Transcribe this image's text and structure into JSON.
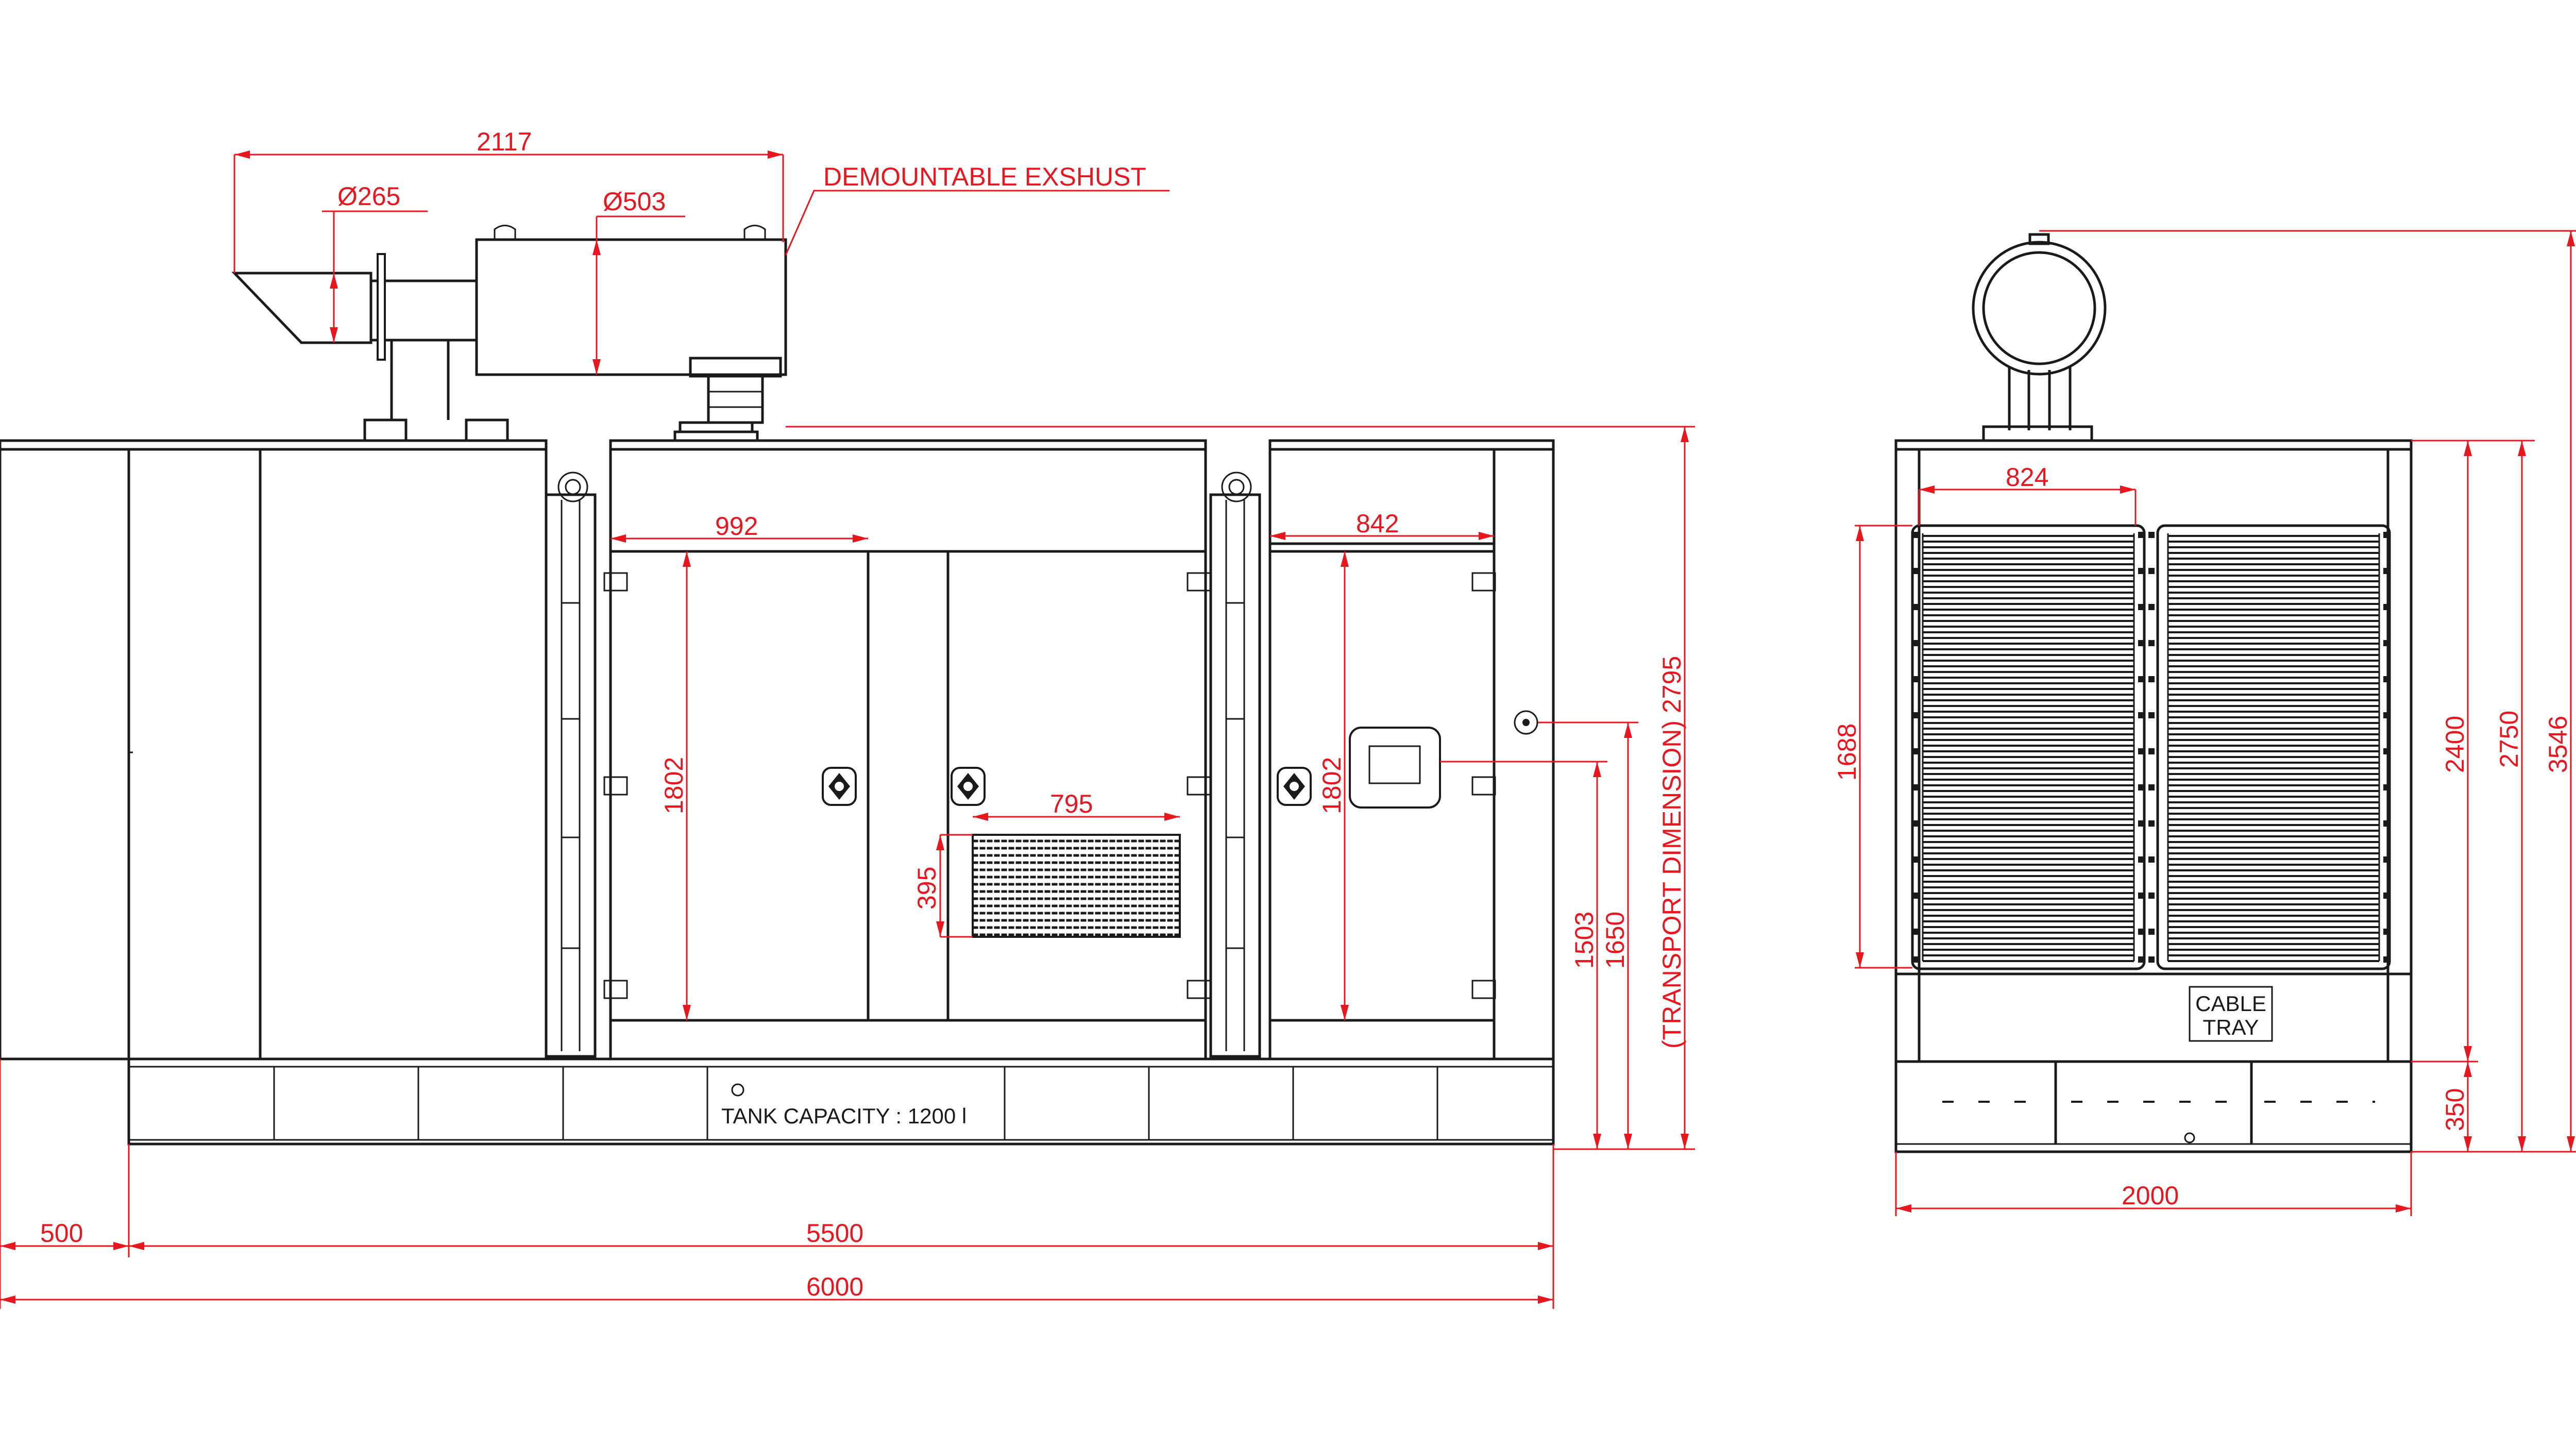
{
  "colors": {
    "line": "#1a1a1a",
    "dimension": "#e8161e",
    "background": "#ffffff"
  },
  "labels": {
    "demountable_exhaust": "DEMOUNTABLE EXSHUST",
    "tank_capacity": "TANK CAPACITY : 1200 l",
    "cable_tray_line1": "CABLE",
    "cable_tray_line2": "TRAY"
  },
  "dimensions": {
    "exhaust_length": "2117",
    "exhaust_pipe_diameter": "Ø265",
    "silencer_diameter": "Ø503",
    "door_width_left": "992",
    "door_width_right": "842",
    "door_height_left": "1802",
    "door_height_right": "1802",
    "vent_width": "795",
    "vent_height": "395",
    "height_1503": "1503",
    "height_1650": "1650",
    "transport_height": "(TRANSPORT DIMENSION) 2795",
    "left_overhang": "500",
    "base_length": "5500",
    "total_length": "6000",
    "radiator_width": "824",
    "radiator_height": "1688",
    "canopy_height": "2400",
    "total_height": "2750",
    "height_with_exhaust": "3546",
    "base_height": "350",
    "total_width": "2000"
  }
}
